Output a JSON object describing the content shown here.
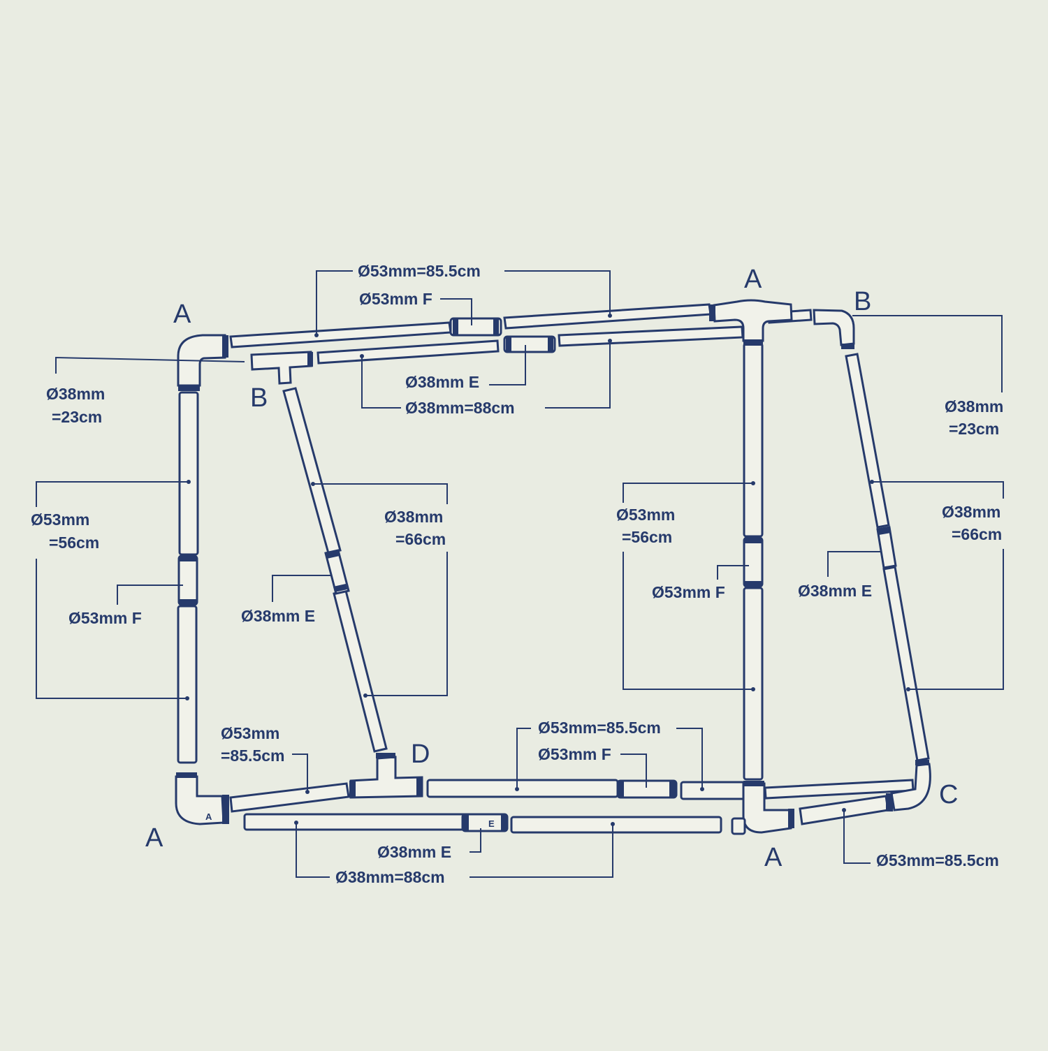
{
  "colors": {
    "ink": "#263a6b",
    "paper": "#e9ece2"
  },
  "connectors": {
    "a_top_left": "A",
    "a_top_right": "A",
    "a_bottom_left": "A",
    "a_bottom_right": "A",
    "a_mini": "A",
    "b_left": "B",
    "b_right": "B",
    "c": "C",
    "d": "D",
    "e_mini": "E"
  },
  "labels": {
    "top_tube_53": "Ø53mm=85.5cm",
    "top_joint_f": "Ø53mm F",
    "top_joint_e": "Ø38mm E",
    "top_tube_38": "Ø38mm=88cm",
    "left_short_a": "Ø38mm",
    "left_short_b": "=23cm",
    "right_short_a": "Ø38mm",
    "right_short_b": "=23cm",
    "left_post_a": "Ø53mm",
    "left_post_b": "=56cm",
    "left_post_f": "Ø53mm F",
    "left_diag_a": "Ø38mm",
    "left_diag_b": "=66cm",
    "left_diag_e": "Ø38mm E",
    "mid_post_a": "Ø53mm",
    "mid_post_b": "=56cm",
    "mid_post_f": "Ø53mm F",
    "right_diag_a": "Ø38mm",
    "right_diag_b": "=66cm",
    "right_diag_e": "Ø38mm E",
    "bottom_left_tube_a": "Ø53mm",
    "bottom_left_tube_b": "=85.5cm",
    "bottom_mid_tube": "Ø53mm=85.5cm",
    "bottom_mid_f": "Ø53mm F",
    "bottom_joint_e": "Ø38mm E",
    "bottom_tube_38": "Ø38mm=88cm",
    "bottom_right_tube": "Ø53mm=85.5cm"
  }
}
